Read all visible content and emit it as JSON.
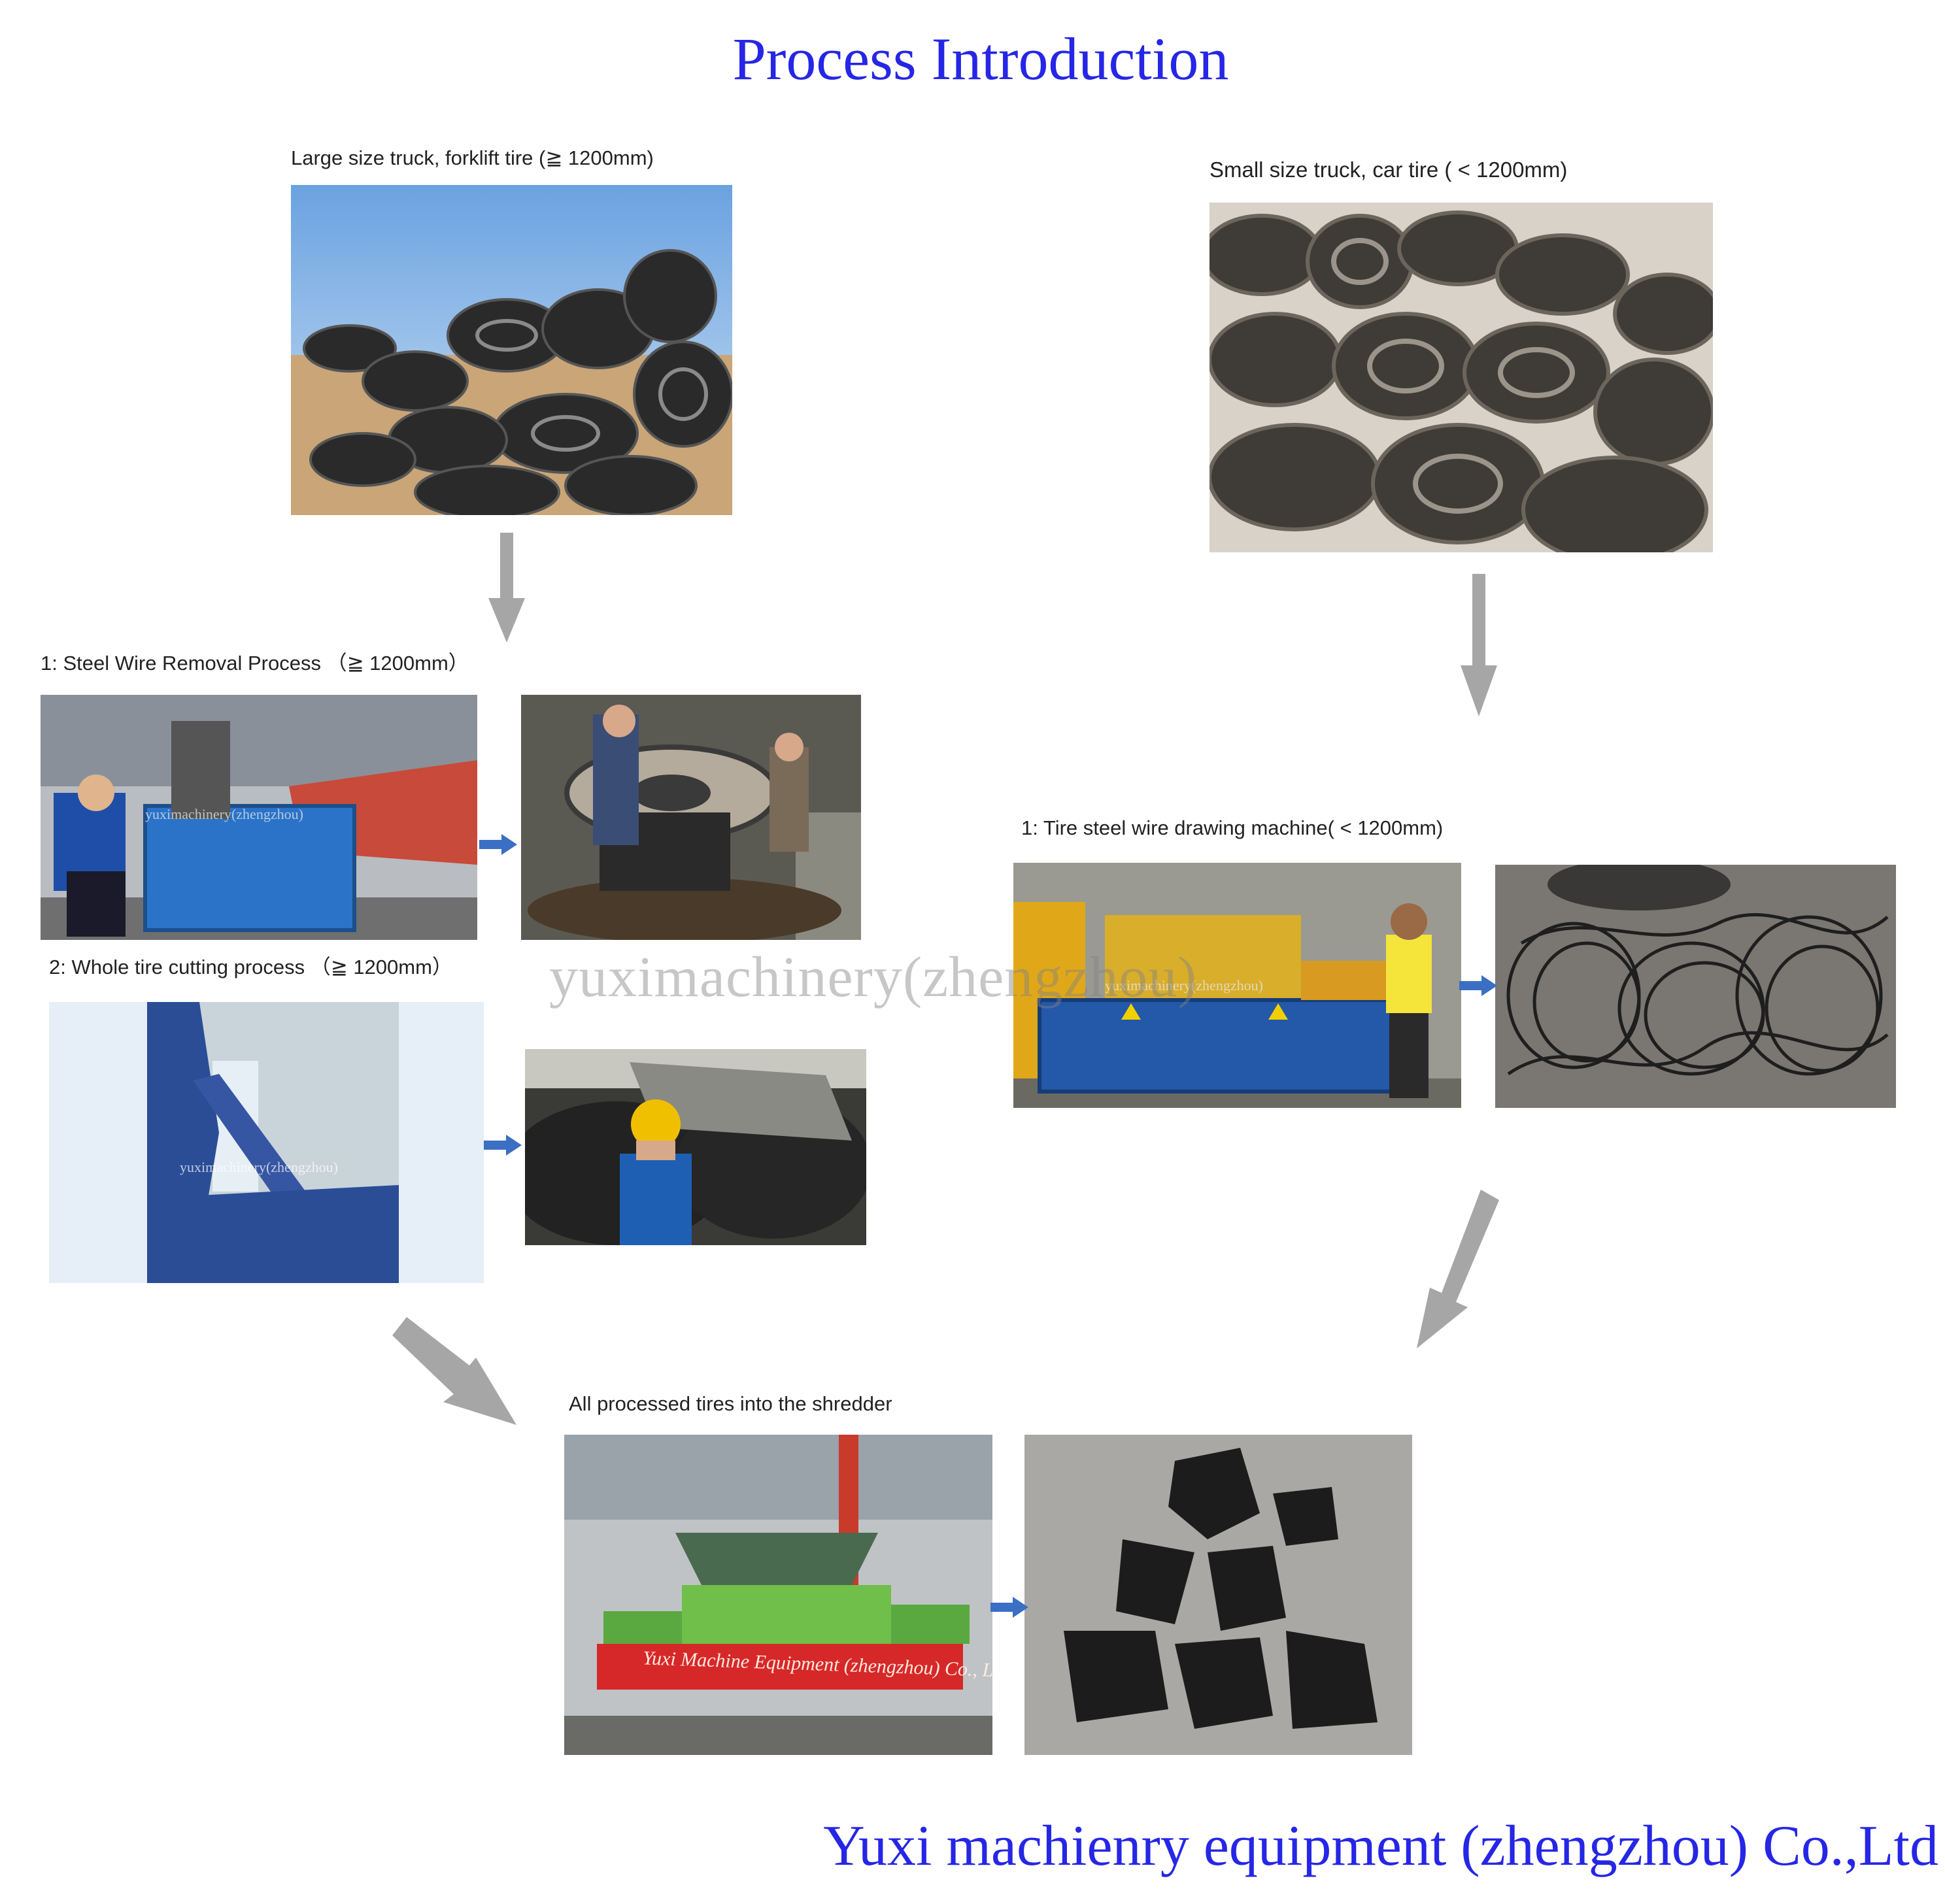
{
  "title": "Process Introduction",
  "footer": "Yuxi machienry equipment (zhengzhou) Co.,Ltd",
  "watermark": "yuximachinery(zhengzhou)",
  "captions": {
    "large_tire": "Large size truck, forklift tire (≧ 1200mm)",
    "small_tire": "Small size truck, car tire ( < 1200mm)",
    "step_wire_removal": "1: Steel Wire Removal Process （≧ 1200mm）",
    "step_whole_cut": "2: Whole tire cutting process （≧ 1200mm）",
    "step_drawing": "1: Tire steel wire drawing machine( < 1200mm)",
    "step_shredder": "All processed tires into the shredder"
  },
  "banner_text": "Yuxi Machine Equipment (zhengzhou) Co., Ltd",
  "colors": {
    "title": "#2626e6",
    "footer": "#2626e6",
    "gray_arrow": "#a6a6a6",
    "blue_arrow": "#3a6fc4",
    "machine_blue": "#2a5ea8",
    "shredder_green": "#6fbf4a",
    "banner_red": "#d62828"
  },
  "icons": {
    "gray_arrow": "down-arrow-icon",
    "blue_arrow": "right-arrow-icon"
  }
}
